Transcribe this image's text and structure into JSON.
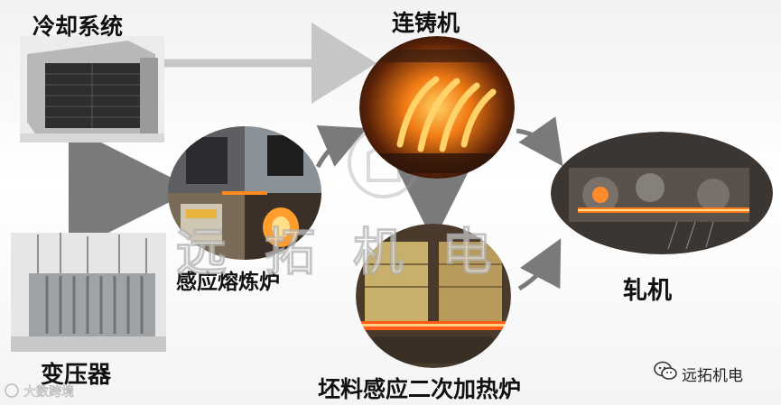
{
  "nodes": {
    "cooling": "冷却系统",
    "caster": "连铸机",
    "induction_furnace": "感应熔炼炉",
    "transformer": "变压器",
    "reheating_furnace": "坯料感应二次加热炉",
    "rolling_mill": "轧机"
  },
  "watermark": "远拓机电",
  "credit_left": "大数跨境",
  "credit_right": "远拓机电",
  "icons": [
    "wechat-icon",
    "pencil-loop-icon",
    "copyright-circle-icon"
  ],
  "colors": {
    "arrow": "#7a7a7a",
    "light_arrow": "#c8c8c8",
    "molten": "#ff7a10"
  }
}
